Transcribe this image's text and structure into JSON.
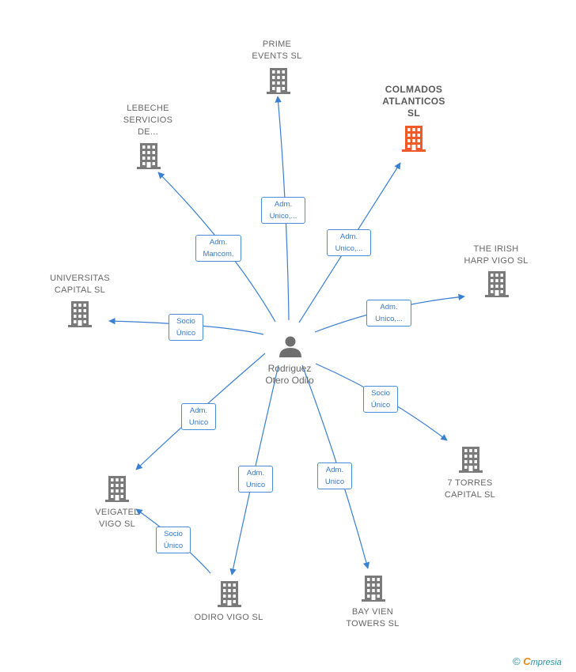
{
  "center": {
    "name_line1": "Rodriguez",
    "name_line2": "Otero Odilo",
    "icon": "person-icon"
  },
  "companies": [
    {
      "id": "prime-events",
      "lines": [
        "PRIME",
        "EVENTS  SL"
      ],
      "icon": "building-icon",
      "color": "#7a7a7a"
    },
    {
      "id": "colmados-atlanticos",
      "lines": [
        "COLMADOS",
        "ATLANTICOS",
        "SL"
      ],
      "icon": "building-icon",
      "color": "#f05a2a",
      "highlight": true
    },
    {
      "id": "lebeche",
      "lines": [
        "LEBECHE",
        "SERVICIOS",
        "DE..."
      ],
      "icon": "building-icon",
      "color": "#7a7a7a"
    },
    {
      "id": "the-irish-harp",
      "lines": [
        "THE IRISH",
        "HARP VIGO  SL"
      ],
      "icon": "building-icon",
      "color": "#7a7a7a"
    },
    {
      "id": "universitas",
      "lines": [
        "UNIVERSITAS",
        "CAPITAL SL"
      ],
      "icon": "building-icon",
      "color": "#7a7a7a"
    },
    {
      "id": "7-torres",
      "lines": [
        "7 TORRES",
        "CAPITAL  SL"
      ],
      "icon": "building-icon",
      "color": "#7a7a7a"
    },
    {
      "id": "veigatel",
      "lines": [
        "VEIGATEL",
        "VIGO SL"
      ],
      "icon": "building-icon",
      "color": "#7a7a7a"
    },
    {
      "id": "odiro",
      "lines": [
        "ODIRO VIGO SL"
      ],
      "icon": "building-icon",
      "color": "#7a7a7a"
    },
    {
      "id": "bay-vien",
      "lines": [
        "BAY VIEN",
        "TOWERS SL"
      ],
      "icon": "building-icon",
      "color": "#7a7a7a"
    }
  ],
  "relations": [
    {
      "from": "center",
      "to": "prime-events",
      "lines": [
        "Adm.",
        "Unico,..."
      ]
    },
    {
      "from": "center",
      "to": "colmados-atlanticos",
      "lines": [
        "Adm.",
        "Unico,..."
      ]
    },
    {
      "from": "center",
      "to": "lebeche",
      "lines": [
        "Adm.",
        "Mancom."
      ]
    },
    {
      "from": "center",
      "to": "the-irish-harp",
      "lines": [
        "Adm.",
        "Unico,..."
      ]
    },
    {
      "from": "center",
      "to": "universitas",
      "lines": [
        "Socio",
        "Único"
      ]
    },
    {
      "from": "center",
      "to": "7-torres",
      "lines": [
        "Socio",
        "Único"
      ]
    },
    {
      "from": "center",
      "to": "veigatel",
      "lines": [
        "Adm.",
        "Unico"
      ]
    },
    {
      "from": "center",
      "to": "odiro",
      "lines": [
        "Adm.",
        "Unico"
      ]
    },
    {
      "from": "center",
      "to": "bay-vien",
      "lines": [
        "Adm.",
        "Unico"
      ]
    },
    {
      "from": "odiro",
      "to": "veigatel",
      "lines": [
        "Socio",
        "Único"
      ]
    }
  ],
  "footer": {
    "copyright": "©",
    "brand_first": "C",
    "brand_rest": "mpresia"
  },
  "colors": {
    "edge": "#3a7fd0",
    "badge_border": "#4a8fd4",
    "building": "#7a7a7a",
    "highlight": "#f05a2a",
    "person": "#6f6f6f"
  }
}
